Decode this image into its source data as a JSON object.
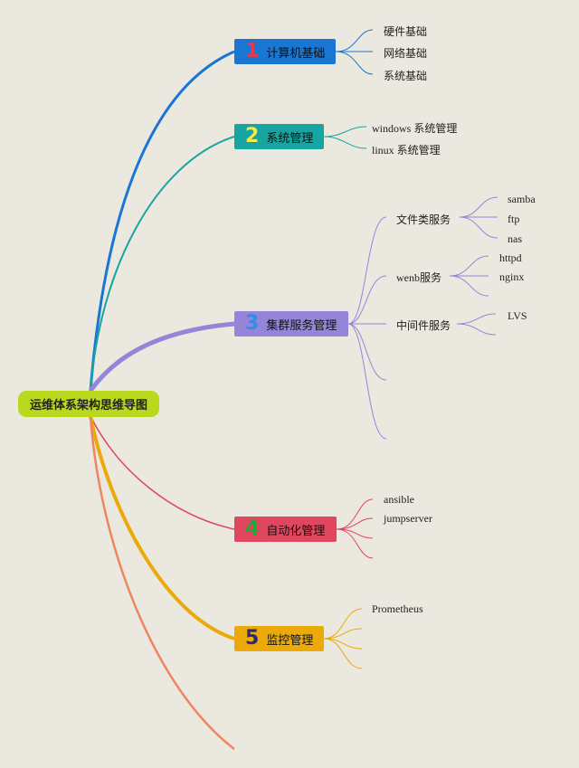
{
  "root": "运维体系架构思维导图",
  "branches": [
    {
      "num": "1",
      "label": "计算机基础",
      "color": "#1976d2",
      "num_color": "#e53950",
      "children": [
        "硬件基础",
        "网络基础",
        "系统基础"
      ]
    },
    {
      "num": "2",
      "label": "系统管理",
      "color": "#16a5a0",
      "num_color": "#f5e84a",
      "children": [
        "windows 系统管理",
        "linux 系统管理"
      ]
    },
    {
      "num": "3",
      "label": "集群服务管理",
      "color": "#9585d8",
      "num_color": "#2f8fe3",
      "children": [
        {
          "label": "文件类服务",
          "children": [
            "samba",
            "ftp",
            "nas"
          ]
        },
        {
          "label": "wenb服务",
          "children": [
            "httpd",
            "nginx"
          ]
        },
        {
          "label": "中间件服务",
          "children": [
            "LVS"
          ]
        }
      ]
    },
    {
      "num": "4",
      "label": "自动化管理",
      "color": "#e0475e",
      "num_color": "#27a43a",
      "children": [
        "ansible",
        "jumpserver"
      ]
    },
    {
      "num": "5",
      "label": "监控管理",
      "color": "#eba90a",
      "num_color": "#2c2c6c",
      "children": [
        "Prometheus"
      ]
    }
  ],
  "colors": {
    "root": "#b8d91e",
    "extra_branch": "#f08660",
    "background": "#ebe8df"
  }
}
